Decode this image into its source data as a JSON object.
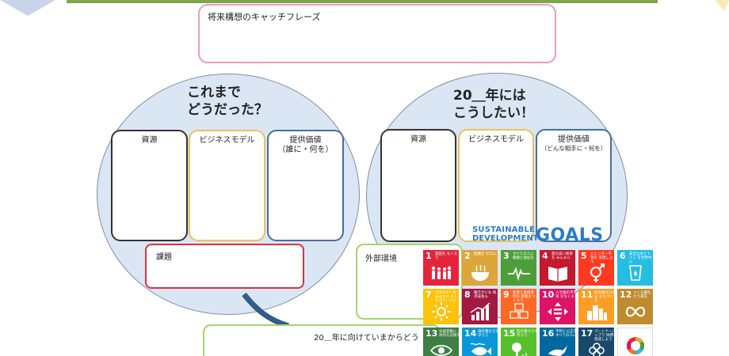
{
  "catchphrase": {
    "label": "将来構想のキャッチフレーズ"
  },
  "past": {
    "title_line1": "これまで",
    "title_line2": "どうだった？",
    "cards": [
      {
        "label": "資源",
        "sub": ""
      },
      {
        "label": "ビジネスモデル",
        "sub": ""
      },
      {
        "label": "提供価値",
        "sub": "（誰に・何を）"
      }
    ],
    "issue_label": "課題"
  },
  "future": {
    "title_line1": "20＿年には",
    "title_line2": "こうしたい！",
    "cards": [
      {
        "label": "資源",
        "sub": ""
      },
      {
        "label": "ビジネスモデル",
        "sub": ""
      },
      {
        "label": "提供価値",
        "sub": "（どんな相手に・何を）"
      }
    ]
  },
  "external_env": {
    "label": "外部環境"
  },
  "path": {
    "label": "20＿年に向けていまからどう"
  },
  "sdgs": {
    "title_line1": "SUSTAINABLE",
    "title_line2": "DEVELOPMENT",
    "title_goals": "GOALS",
    "tiles": [
      {
        "num": "1",
        "text": "貧困を なくそう",
        "color": "#e5243b",
        "icon": "people-icon"
      },
      {
        "num": "2",
        "text": "飢餓を ゼロに",
        "color": "#dda63a",
        "icon": "bowl-icon"
      },
      {
        "num": "3",
        "text": "すべての人に 健康と福祉を",
        "color": "#4c9f38",
        "icon": "heartbeat-icon"
      },
      {
        "num": "4",
        "text": "質の高い教育を みんなに",
        "color": "#c5192d",
        "icon": "book-icon"
      },
      {
        "num": "5",
        "text": "ジェンダー平等を 実現しよう",
        "color": "#ff3a21",
        "icon": "gender-icon"
      },
      {
        "num": "6",
        "text": "安全な水とトイレ を世界中に",
        "color": "#26bde2",
        "icon": "water-icon"
      },
      {
        "num": "7",
        "text": "エネルギーをみんなに そしてクリーンに",
        "color": "#fcc30b",
        "icon": "sun-icon"
      },
      {
        "num": "8",
        "text": "働きがいも 経済成長も",
        "color": "#a21942",
        "icon": "growth-icon"
      },
      {
        "num": "9",
        "text": "産業と技術革新の 基盤をつくろう",
        "color": "#fd6925",
        "icon": "cubes-icon"
      },
      {
        "num": "10",
        "text": "人や国の不平等 をなくそう",
        "color": "#dd1367",
        "icon": "equality-icon"
      },
      {
        "num": "11",
        "text": "住み続けられる まちづくりを",
        "color": "#fd9d24",
        "icon": "city-icon"
      },
      {
        "num": "12",
        "text": "つくる責任 つかう責任",
        "color": "#bf8b2e",
        "icon": "infinity-icon"
      },
      {
        "num": "13",
        "text": "気候変動に 具体的な対策を",
        "color": "#3f7e44",
        "icon": "eye-icon"
      },
      {
        "num": "14",
        "text": "海の豊かさを 守ろう",
        "color": "#0a97d9",
        "icon": "fish-icon"
      },
      {
        "num": "15",
        "text": "陸の豊かさも 守ろう",
        "color": "#56c02b",
        "icon": "tree-icon"
      },
      {
        "num": "16",
        "text": "平和と公正を すべての人に",
        "color": "#00689d",
        "icon": "dove-icon"
      },
      {
        "num": "17",
        "text": "パートナーシップで 目標を達成しよう",
        "color": "#19486a",
        "icon": "flower-icon"
      },
      {
        "num": "",
        "text": "",
        "color": "#ffffff",
        "icon": "sdg-wheel-icon"
      }
    ]
  }
}
